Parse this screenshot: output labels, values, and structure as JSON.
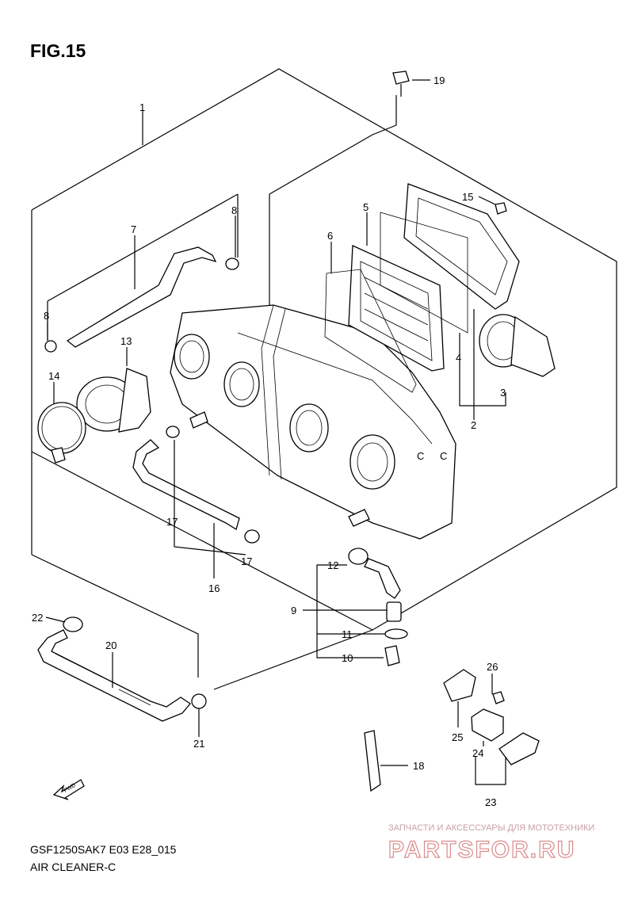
{
  "figure_title": "FIG.15",
  "footer": {
    "model_code": "GSF1250SAK7 E03 E28_015",
    "section_name": "AIR CLEANER-C"
  },
  "fwd_label": "FWD",
  "watermark": {
    "tagline": "ЗАПЧАСТИ И АКСЕССУАРЫ ДЛЯ МОТОТЕХНИКИ",
    "brand": "PARTSFOR.RU"
  },
  "callouts": [
    "1",
    "2",
    "3",
    "4",
    "5",
    "6",
    "7",
    "8",
    "8",
    "9",
    "10",
    "11",
    "12",
    "13",
    "14",
    "15",
    "16",
    "17",
    "17",
    "18",
    "19",
    "20",
    "21",
    "22",
    "23",
    "24",
    "25",
    "26"
  ]
}
